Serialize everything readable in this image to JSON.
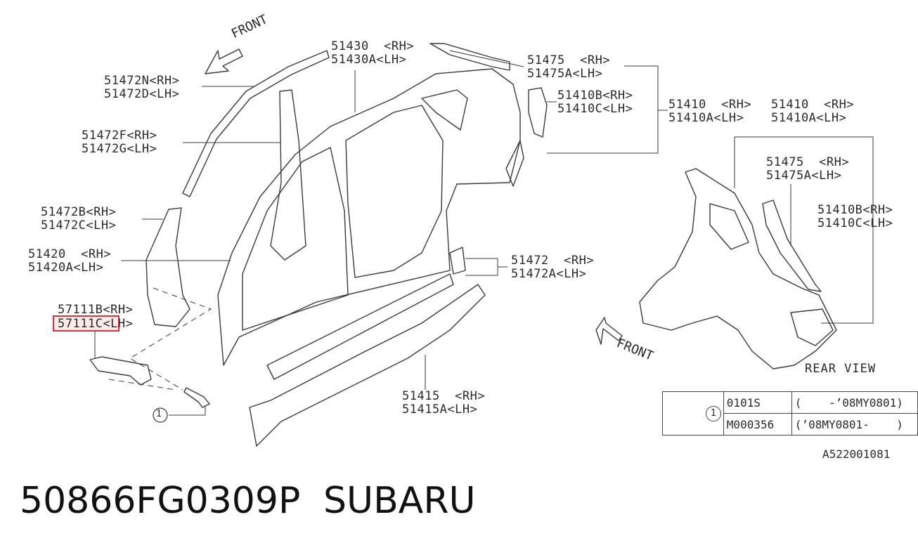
{
  "labels": {
    "l_51430": "51430  <RH>\n51430A<LH>",
    "l_51472n": "51472N<RH>\n51472D<LH>",
    "l_51472f": "51472F<RH>\n51472G<LH>",
    "l_51472b": "51472B<RH>\n51472C<LH>",
    "l_51420": "51420  <RH>\n51420A<LH>",
    "l_57111b": "57111B<RH>",
    "l_57111c": "57111C<LH>",
    "l_51475": "51475  <RH>\n51475A<LH>",
    "l_51410b": "51410B<RH>\n51410C<LH>",
    "l_51410": "51410  <RH>\n51410A<LH>",
    "l_51410r": "51410  <RH>\n51410A<LH>",
    "l_51475r": "51475  <RH>\n51475A<LH>",
    "l_51410br": "51410B<RH>\n51410C<LH>",
    "l_51472": "51472  <RH>\n51472A<LH>",
    "l_51415": "51415  <RH>\n51415A<LH>"
  },
  "front_left": "FRONT",
  "front_right": "FRONT",
  "rear_view": "REAR VIEW",
  "callout_1": "1",
  "table": {
    "marker": "1",
    "rows": [
      [
        "0101S",
        "(    -’08MY0801)"
      ],
      [
        "M000356",
        "(’08MY0801-    )"
      ]
    ]
  },
  "ref_code": "A522001081",
  "footer": {
    "part_number": "50866FG0309P",
    "brand": "SUBARU"
  },
  "colors": {
    "line": "#3a3a3a",
    "highlight": "#e0303a"
  }
}
